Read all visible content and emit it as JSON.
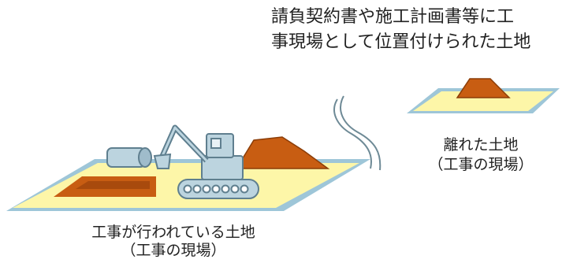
{
  "captions": {
    "remote_definition_line1": "請負契約書や施工計画書等に工",
    "remote_definition_line2": "事現場として位置付けられた土地",
    "remote_site_line1": "離れた土地",
    "remote_site_line2": "（工事の現場）",
    "main_site_line1": "工事が行われている土地",
    "main_site_line2": "（工事の現場）"
  },
  "icons": [
    "excavator-icon",
    "pipe-icon",
    "soil-mound-icon",
    "excavation-pit-icon",
    "separation-curve-icon"
  ],
  "colors": {
    "ground_fill": "#fdf6a8",
    "ground_edge": "#9ec6d8",
    "soil": "#c85d12",
    "machine": "#bcd4df",
    "machine_outline": "#5f7f8f"
  }
}
